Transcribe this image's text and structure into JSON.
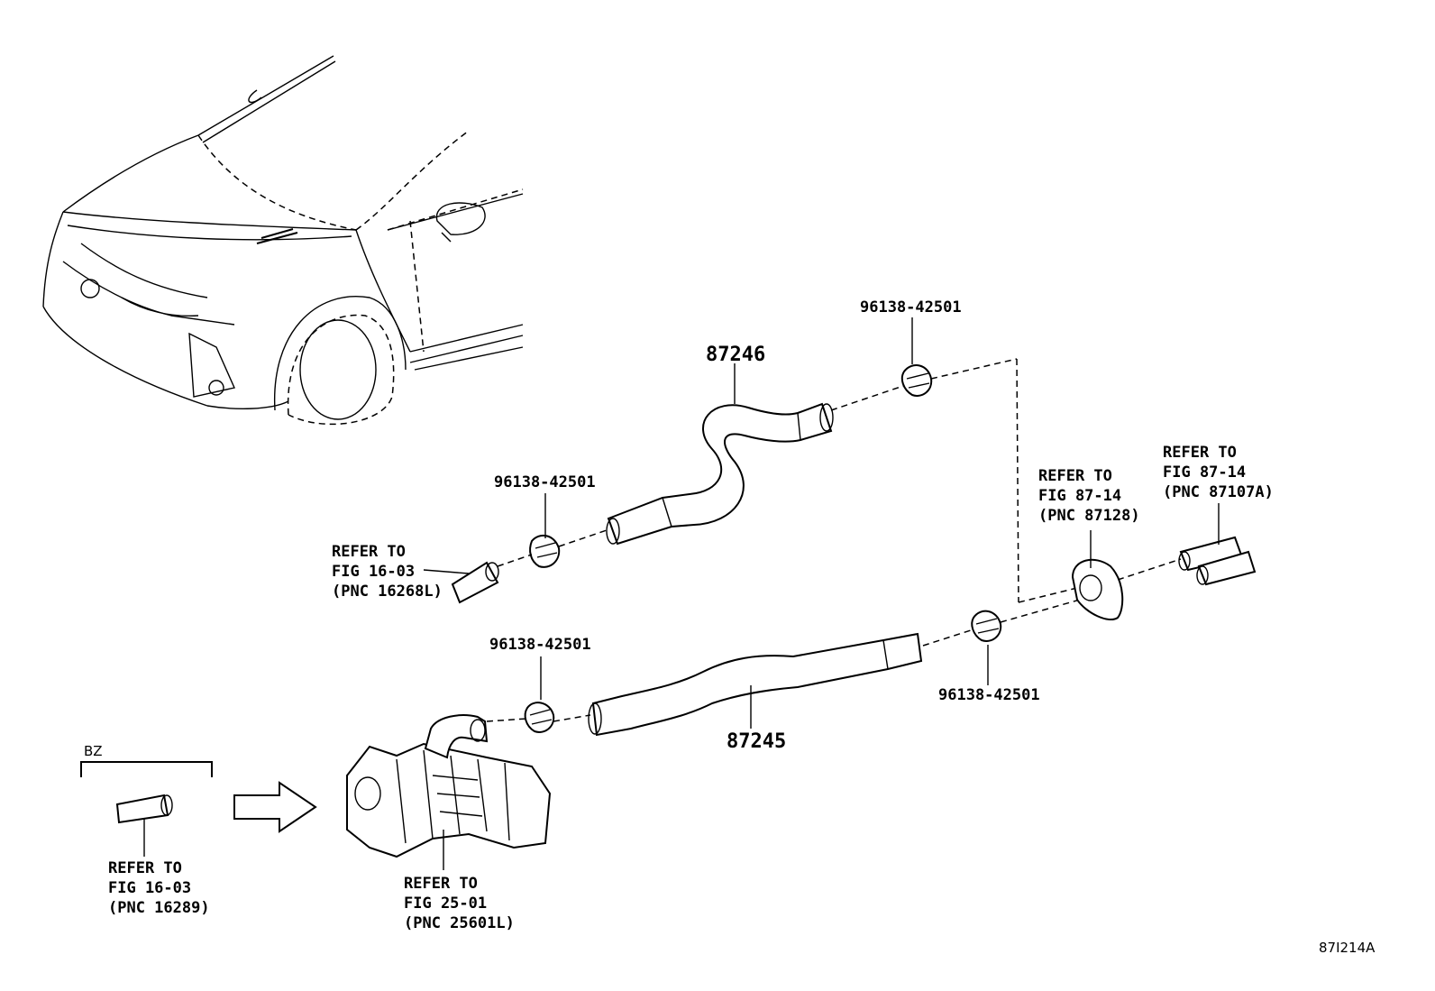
{
  "diagram": {
    "figure_code": "87I214A",
    "group_label": "BZ",
    "parts": {
      "hose_upper": "87246",
      "hose_lower": "87245",
      "clamp_a": "96138-42501",
      "clamp_b": "96138-42501",
      "clamp_c": "96138-42501",
      "clamp_d": "96138-42501"
    },
    "refs": {
      "ref_16268": [
        "REFER TO",
        "FIG 16-03",
        "(PNC 16268L)"
      ],
      "ref_16289": [
        "REFER TO",
        "FIG 16-03",
        "(PNC 16289)"
      ],
      "ref_25601": [
        "REFER TO",
        "FIG 25-01",
        "(PNC 25601L)"
      ],
      "ref_87128": [
        "REFER TO",
        "FIG 87-14",
        "(PNC 87128)"
      ],
      "ref_87107": [
        "REFER TO",
        "FIG 87-14",
        "(PNC 87107A)"
      ]
    }
  }
}
